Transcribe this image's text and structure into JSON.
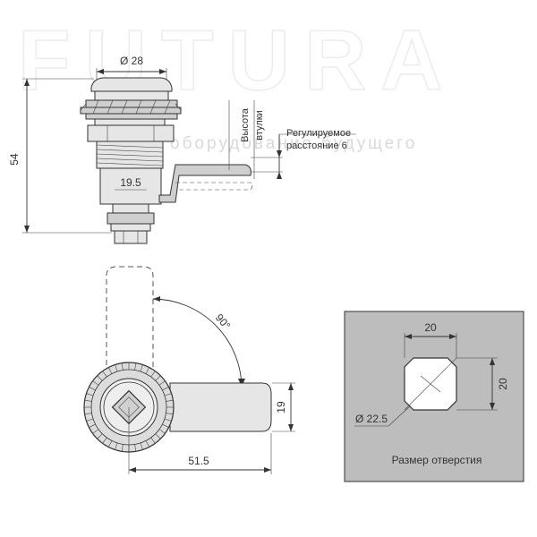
{
  "watermark": {
    "brand": "FUTURA",
    "tagline": "оборудование будущего"
  },
  "side_view": {
    "diameter_label": "Ø 28",
    "height_label": "54",
    "sleeve_width_label": "19.5",
    "sleeve_height_label_line1": "Высота",
    "sleeve_height_label_line2": "втулки",
    "adjustable_line1": "Регулируемое",
    "adjustable_line2": "расстояние 6"
  },
  "top_view": {
    "angle_label": "90°",
    "length_label": "51.5",
    "tongue_width_label": "19"
  },
  "hole_detail": {
    "width_label": "20",
    "height_label": "20",
    "diameter_label": "Ø 22.5",
    "caption": "Размер отверстия"
  },
  "colors": {
    "panel_fill": "#bdbdbd",
    "line": "#333333",
    "hole_fill": "#ffffff"
  }
}
